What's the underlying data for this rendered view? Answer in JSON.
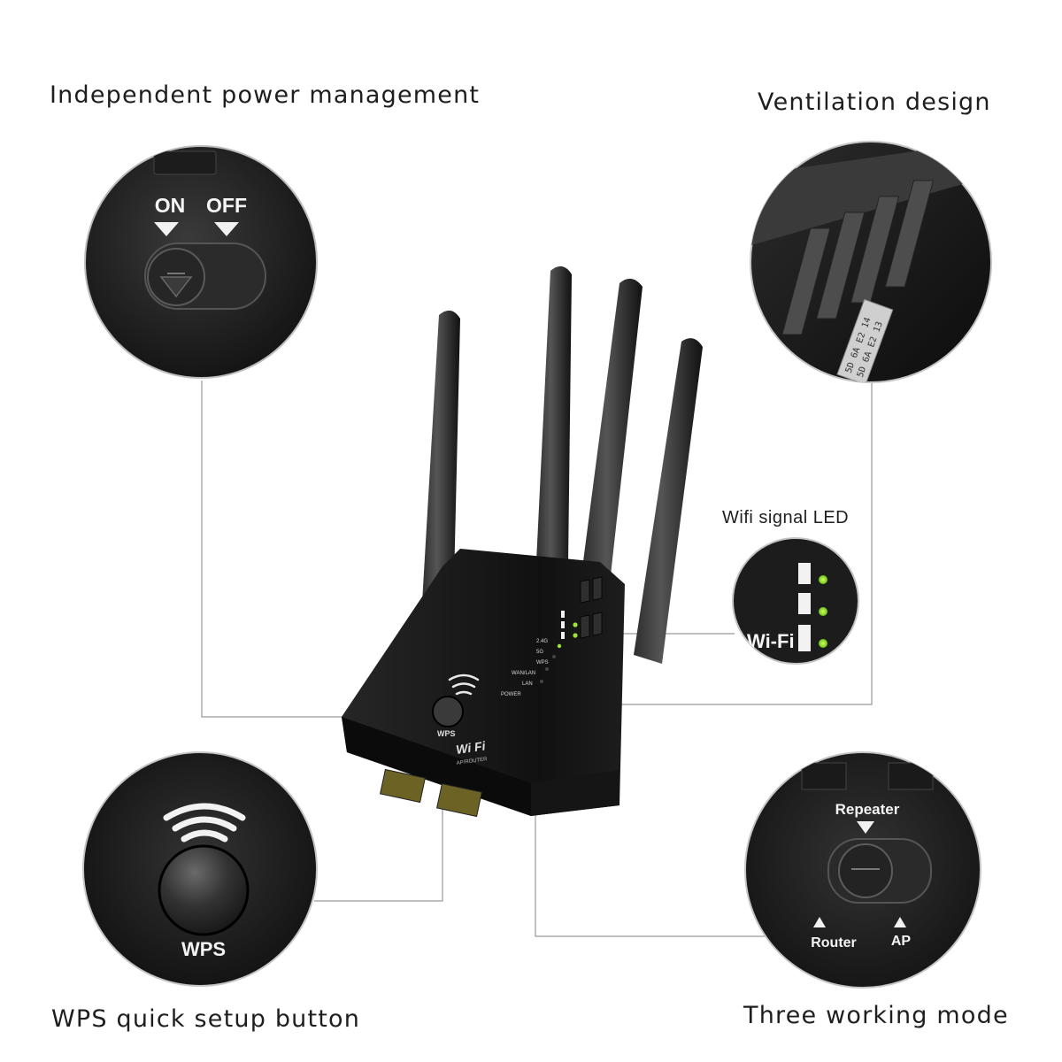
{
  "captions": {
    "power": "Independent power management",
    "ventilation": "Ventilation design",
    "wifi_led": "Wifi signal LED",
    "wps": "WPS quick setup button",
    "modes": "Three working mode"
  },
  "power_switch": {
    "on": "ON",
    "off": "OFF"
  },
  "wifi_led_detail": {
    "label": "Wi-Fi"
  },
  "wps_detail": {
    "label": "WPS"
  },
  "mode_switch": {
    "repeater": "Repeater",
    "router": "Router",
    "ap": "AP"
  },
  "ventilation_detail": {
    "sticker_lines": [
      "5D 6A E2 14",
      "5D 6A E2 13"
    ]
  },
  "device": {
    "panel_leds": [
      "2.4G",
      "5G",
      "WPS",
      "WAN/LAN",
      "LAN",
      "POWER"
    ],
    "wps_label": "WPS",
    "logo": "Wi Fi",
    "logo_sub": "AP/ROUTER"
  }
}
